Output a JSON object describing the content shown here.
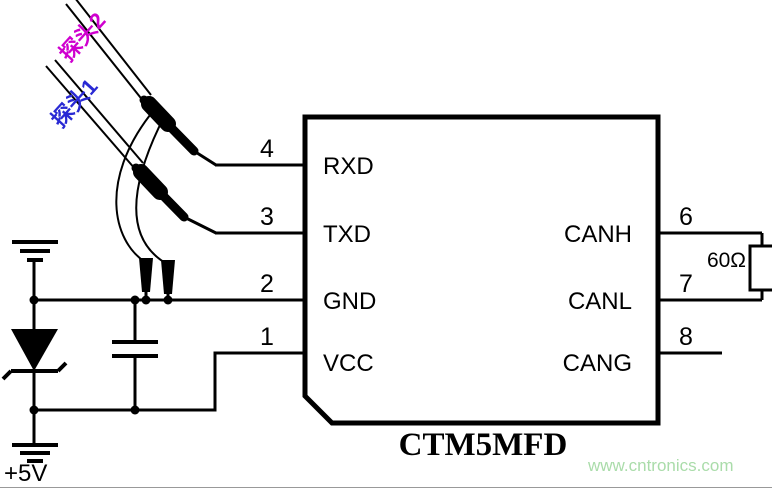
{
  "chip": {
    "name": "CTM5MFD",
    "pins_left": [
      {
        "number": "4",
        "label": "RXD"
      },
      {
        "number": "3",
        "label": "TXD"
      },
      {
        "number": "2",
        "label": "GND"
      },
      {
        "number": "1",
        "label": "VCC"
      }
    ],
    "pins_right": [
      {
        "number": "6",
        "label": "CANH"
      },
      {
        "number": "7",
        "label": "CANL"
      },
      {
        "number": "8",
        "label": "CANG"
      }
    ]
  },
  "components": {
    "resistor": {
      "label": "60Ω"
    },
    "supply": {
      "label": "+5V"
    }
  },
  "probes": {
    "probe2": {
      "label": "探头2",
      "color": "#cf00cf"
    },
    "probe1": {
      "label": "探头1",
      "color": "#2929d4"
    }
  },
  "watermark": {
    "text": "www.cntronics.com",
    "color": "#aadcaa"
  }
}
